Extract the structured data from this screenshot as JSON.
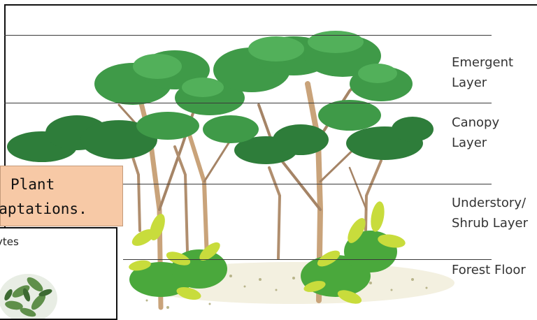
{
  "layers": [
    {
      "label": "Emergent\nLayer"
    },
    {
      "label": "Canopy\nLayer"
    },
    {
      "label": "Understory/\nShrub Layer"
    },
    {
      "label": "Forest Floor"
    }
  ],
  "callout": {
    "line1": "Plant",
    "line2": "adaptations."
  },
  "inset": {
    "label": "ytes"
  },
  "colors": {
    "canopy_dark": "#2e7d3a",
    "canopy_mid": "#3f9a48",
    "canopy_light": "#52b05a",
    "trunk": "#c9a37a",
    "trunk_dark": "#8a6b4b",
    "shrub_yellow": "#c8dc3c",
    "shrub_green": "#4aa83c",
    "callout_bg": "#f7c9a6"
  }
}
